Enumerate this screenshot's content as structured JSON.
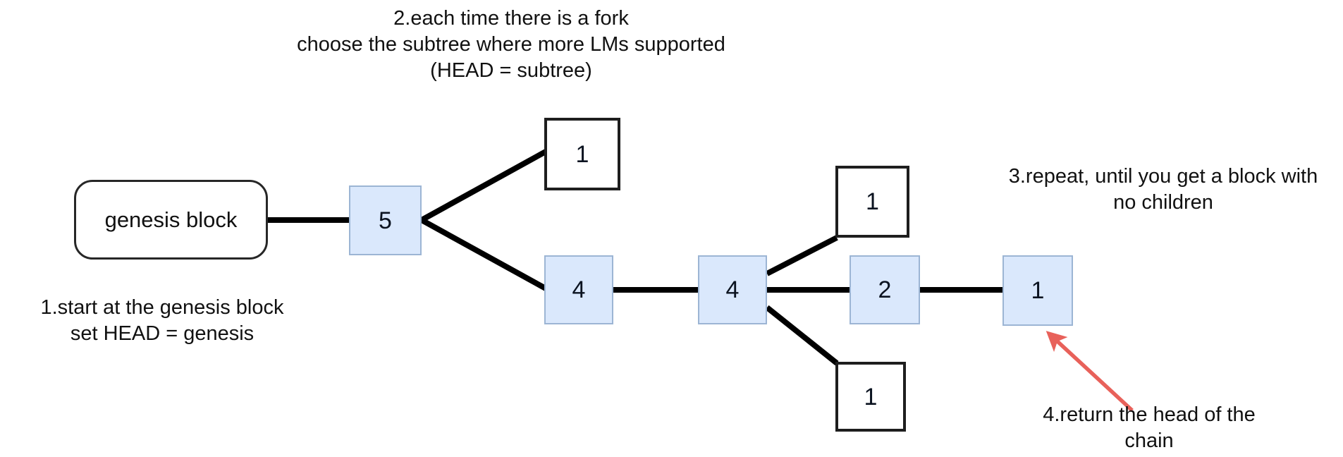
{
  "diagram": {
    "title": "fork-choice rule walkthrough",
    "colors": {
      "block_fill_blue": "#dae8fc",
      "block_border_blue": "#9cb5d4",
      "block_fill_white": "#ffffff",
      "block_border_dark": "#1e1e1e",
      "edge": "#000000",
      "arrow_red": "#e8615a",
      "background": "#ffffff",
      "text": "#111111"
    },
    "nodes": [
      {
        "id": "genesis",
        "label": "genesis block",
        "shape": "rounded-rect",
        "fill": "white"
      },
      {
        "id": "b5",
        "label": "5",
        "shape": "rect",
        "fill": "blue"
      },
      {
        "id": "b1a",
        "label": "1",
        "shape": "rect",
        "fill": "white"
      },
      {
        "id": "b4a",
        "label": "4",
        "shape": "rect",
        "fill": "blue"
      },
      {
        "id": "b4b",
        "label": "4",
        "shape": "rect",
        "fill": "blue"
      },
      {
        "id": "b1b",
        "label": "1",
        "shape": "rect",
        "fill": "white"
      },
      {
        "id": "b2",
        "label": "2",
        "shape": "rect",
        "fill": "blue"
      },
      {
        "id": "b1c",
        "label": "1",
        "shape": "rect",
        "fill": "white"
      },
      {
        "id": "b1d",
        "label": "1",
        "shape": "rect",
        "fill": "blue"
      }
    ],
    "edges": [
      {
        "from": "genesis",
        "to": "b5"
      },
      {
        "from": "b5",
        "to": "b1a"
      },
      {
        "from": "b5",
        "to": "b4a"
      },
      {
        "from": "b4a",
        "to": "b4b"
      },
      {
        "from": "b4b",
        "to": "b1b"
      },
      {
        "from": "b4b",
        "to": "b2"
      },
      {
        "from": "b4b",
        "to": "b1c"
      },
      {
        "from": "b2",
        "to": "b1d"
      }
    ],
    "captions": {
      "step1": "1.start at the genesis block\nset HEAD = genesis",
      "step2": "2.each time there is a fork\nchoose the subtree where more LMs supported\n(HEAD = subtree)",
      "step3": "3.repeat, until you get a block with\nno children",
      "step4": "4.return the head of the\nchain"
    },
    "annotation_arrow": {
      "name": "red-pointer-arrow",
      "points_to": "b1d",
      "color": "#e8615a"
    }
  }
}
